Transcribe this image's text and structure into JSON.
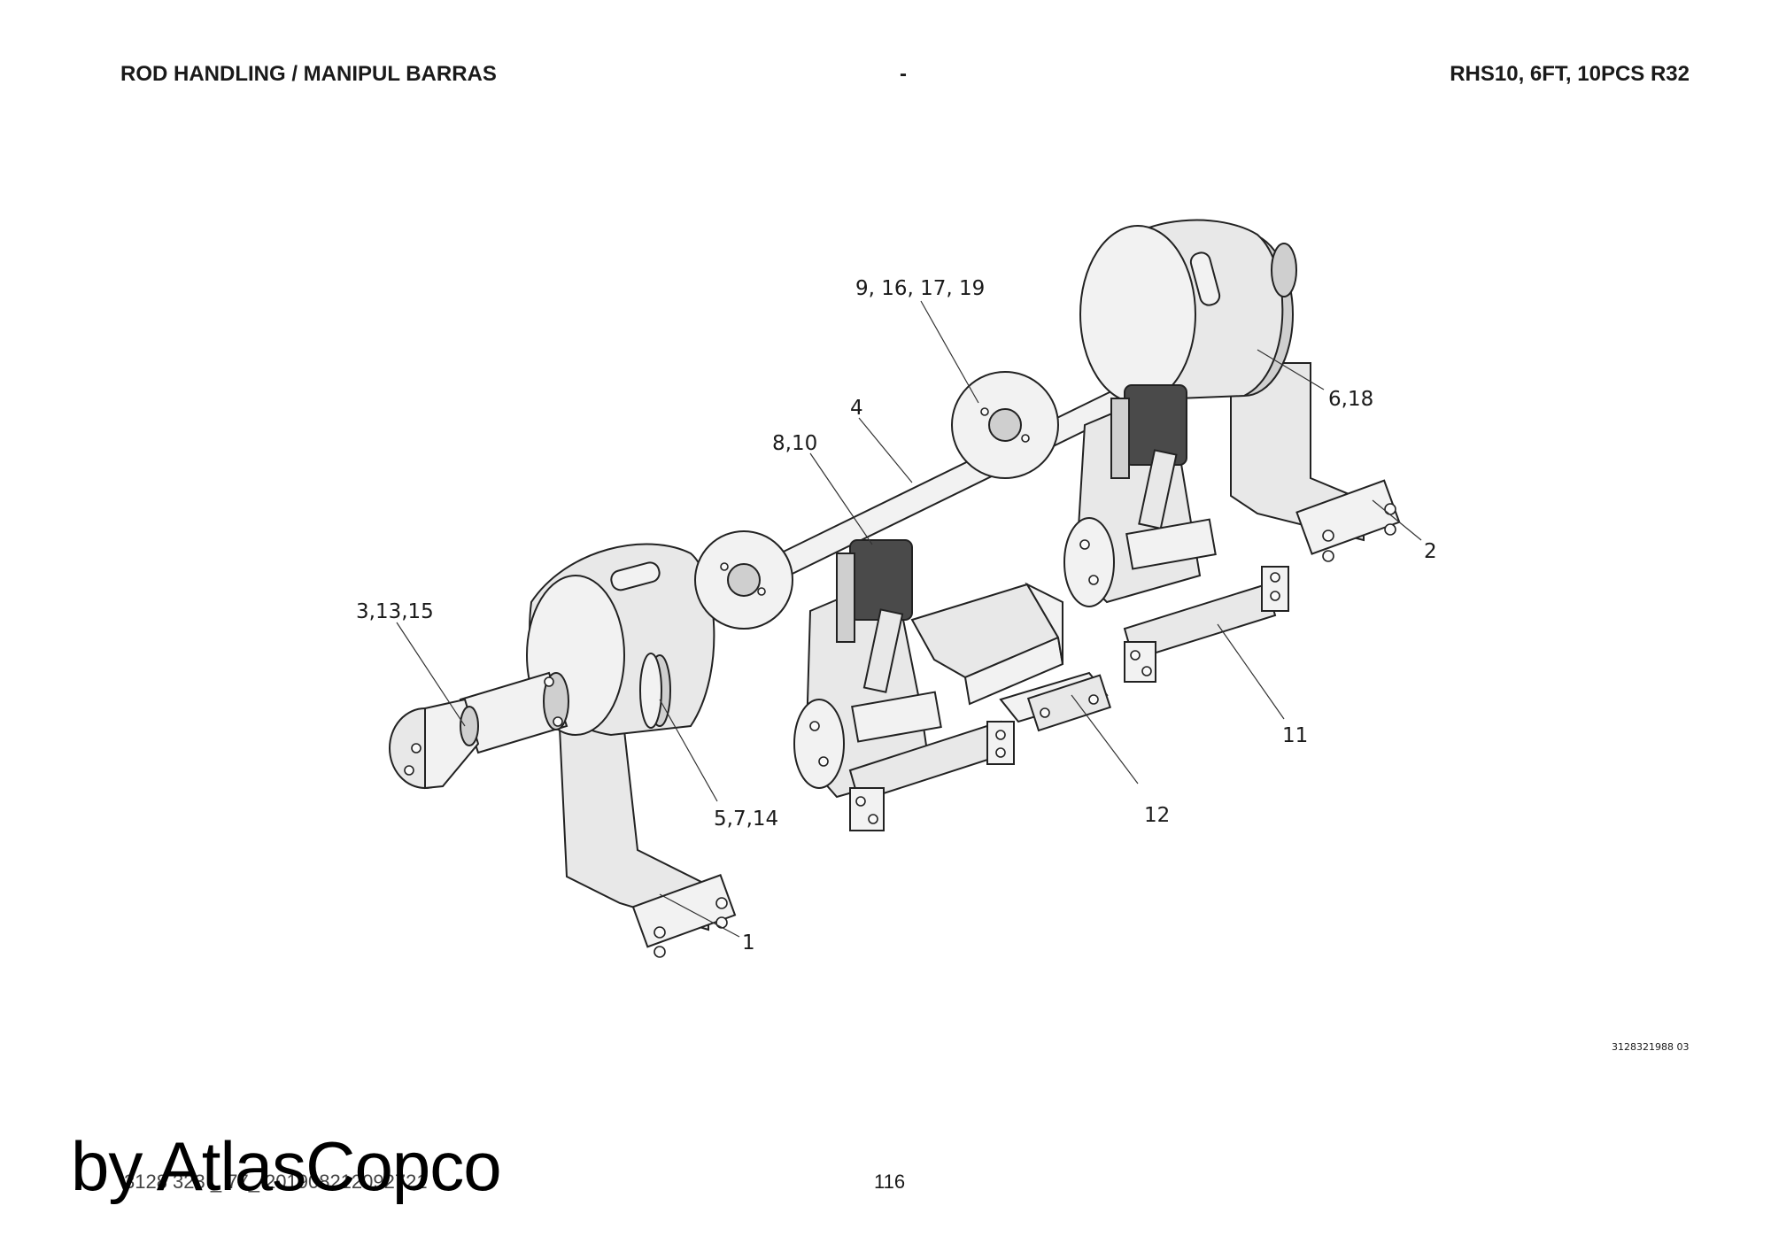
{
  "header": {
    "left": "ROD HANDLING / MANIPUL BARRAS",
    "center": "-",
    "right": "RHS10, 6FT, 10PCS R32"
  },
  "callouts": {
    "c1": "1",
    "c2": "2",
    "c3": "3,13,15",
    "c4": "4",
    "c5": "5,7,14",
    "c6": "6,18",
    "c8": "8,10",
    "c9": "9, 16, 17, 19",
    "c11": "11",
    "c12": "12"
  },
  "drawing_number": "3128321988 03",
  "footer": {
    "code": "3128 323 _ 77_ 201908212092721",
    "page": "116"
  },
  "watermark": "by AtlasCopco"
}
